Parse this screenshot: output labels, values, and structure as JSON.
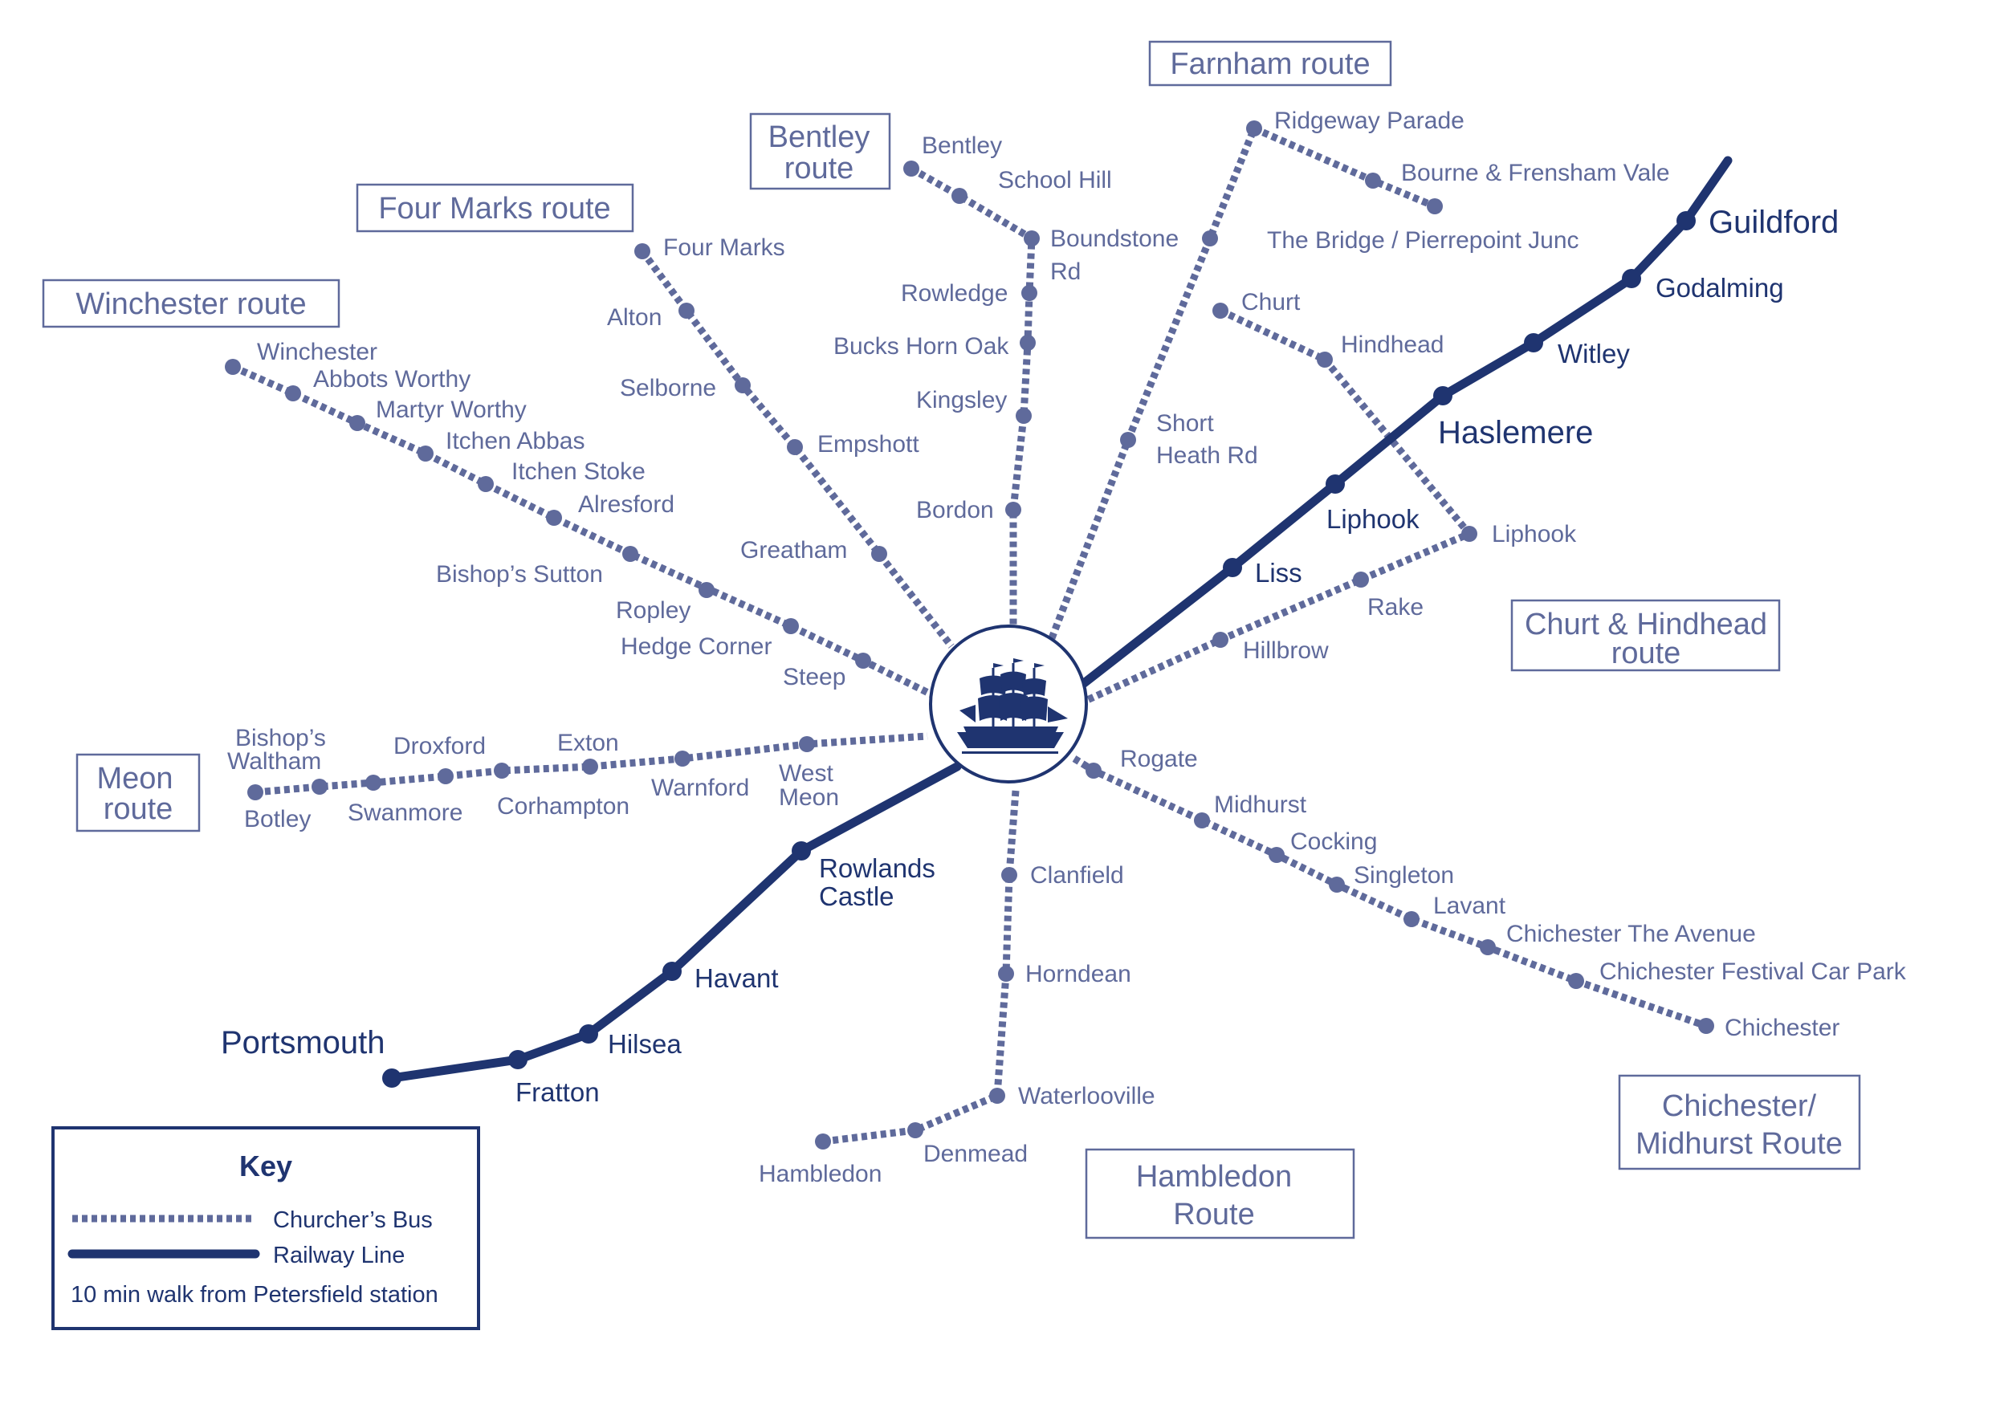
{
  "routes": [
    {
      "id": "winchester",
      "label": "Winchester route",
      "stops": [
        "Winchester",
        "Abbots Worthy",
        "Martyr Worthy",
        "Itchen Abbas",
        "Itchen Stoke",
        "Alresford",
        "Bishop’s Sutton",
        "Ropley",
        "Hedge Corner",
        "Steep"
      ]
    },
    {
      "id": "four-marks",
      "label": "Four Marks route",
      "stops": [
        "Four Marks",
        "Alton",
        "Selborne",
        "Empshott",
        "Greatham"
      ]
    },
    {
      "id": "bentley",
      "label": "Bentley route",
      "stops": [
        "Bentley",
        "School Hill",
        "Boundstone Rd",
        "Rowledge",
        "Bucks Horn Oak",
        "Kingsley",
        "Bordon"
      ]
    },
    {
      "id": "farnham",
      "label": "Farnham route",
      "stops": [
        "Ridgeway Parade",
        "Bourne & Frensham Vale",
        "The Bridge / Pierrepoint Junc",
        "Short Heath Rd"
      ]
    },
    {
      "id": "churt-hindhead",
      "label": "Churt & Hindhead route",
      "stops": [
        "Churt",
        "Hindhead",
        "Liphook",
        "Rake",
        "Hillbrow"
      ]
    },
    {
      "id": "meon",
      "label": "Meon route",
      "stops": [
        "Bishop’s Waltham",
        "Botley",
        "Swanmore",
        "Droxford",
        "Corhampton",
        "Exton",
        "Warnford",
        "West Meon"
      ]
    },
    {
      "id": "hambledon",
      "label": "Hambledon Route",
      "stops": [
        "Clanfield",
        "Horndean",
        "Waterlooville",
        "Denmead",
        "Hambledon"
      ]
    },
    {
      "id": "chichester-midhurst",
      "label": "Chichester/ Midhurst Route",
      "stops": [
        "Rogate",
        "Midhurst",
        "Cocking",
        "Singleton",
        "Lavant",
        "Chichester The Avenue",
        "Chichester Festival Car Park",
        "Chichester"
      ]
    }
  ],
  "railway": {
    "north": [
      "Liss",
      "Liphook",
      "Haslemere",
      "Witley",
      "Godalming",
      "Guildford"
    ],
    "south": [
      "Rowlands Castle",
      "Havant",
      "Hilsea",
      "Fratton",
      "Portsmouth"
    ]
  },
  "hub": {
    "icon": "ship-icon"
  },
  "key": {
    "title": "Key",
    "bus_label": "Churcher’s Bus",
    "rail_label": "Railway Line",
    "note": "10 min walk from Petersfield station"
  },
  "colors": {
    "rail": "#1f3470",
    "bus": "#5f6a9b",
    "background": "#ffffff"
  }
}
